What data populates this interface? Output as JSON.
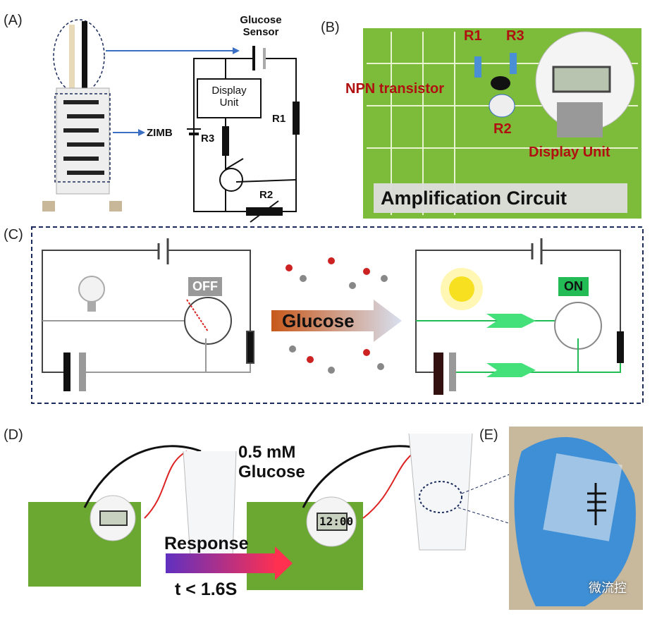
{
  "panels": {
    "a": "(A)",
    "b": "(B)",
    "c": "(C)",
    "d": "(D)",
    "e": "(E)"
  },
  "panel_a": {
    "sensor": "Glucose\nSensor",
    "display": "Display\nUnit",
    "zimb": "ZIMB",
    "r1": "R1",
    "r2": "R2",
    "r3": "R3"
  },
  "panel_b": {
    "r1": "R1",
    "r3": "R3",
    "npn": "NPN transistor",
    "r2": "R2",
    "display": "Display Unit",
    "banner": "Amplification Circuit",
    "lcd": ""
  },
  "panel_c": {
    "off": "OFF",
    "on": "ON",
    "arrow": "Glucose"
  },
  "panel_d": {
    "conc": "0.5 mM\nGlucose",
    "response": "Response",
    "time": "t < 1.6S",
    "lcd_after": "12:00"
  },
  "watermark": "微流控",
  "colors": {
    "blue_arrow": "#3a6fc4",
    "red_label": "#b01010",
    "green_wire": "#22bb55",
    "board": "#7dbb3a",
    "glove": "#3f8fd6",
    "dash": "#1a2a5a"
  }
}
